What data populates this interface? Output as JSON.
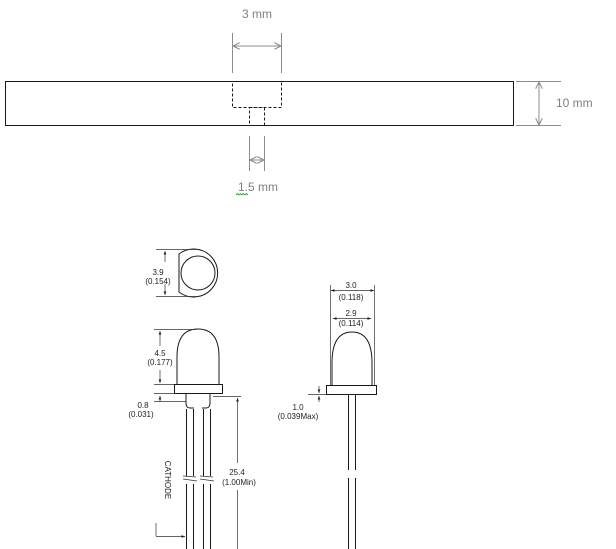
{
  "top_view": {
    "hole_width_label": "3 mm",
    "pin_width_label": "1.5 mm",
    "bar_height_label": "10 mm"
  },
  "led_drawing": {
    "diameter_label": "3.9",
    "diameter_inch": "(0.154)",
    "height_label": "4.5",
    "height_inch": "(0.177)",
    "flange_label": "0.8",
    "flange_inch": "(0.031)",
    "cathode_label": "CATHODE",
    "lead_length_label": "25.4",
    "lead_length_inch": "(1.00Min)",
    "body_width_label": "3.0",
    "body_width_inch": "(0.118)",
    "lens_width_label": "2.9",
    "lens_width_inch": "(0.114)",
    "flange_height_label": "1.0",
    "flange_height_inch": "(0.039Max)"
  }
}
